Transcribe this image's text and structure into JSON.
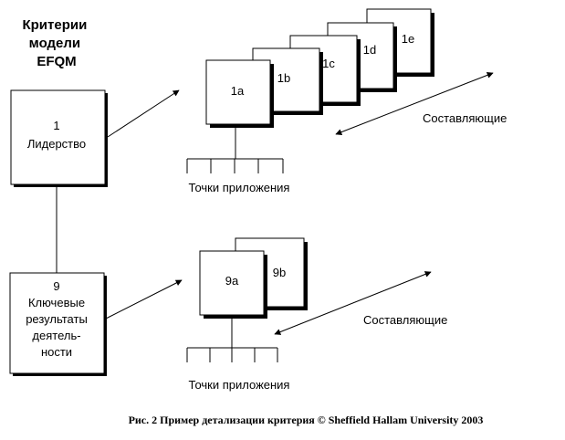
{
  "heading": [
    "Критерии",
    "модели",
    "EFQM"
  ],
  "criteria": [
    {
      "number": "1",
      "name_lines": [
        "Лидерство"
      ]
    },
    {
      "number": "9",
      "name_lines": [
        "Ключевые",
        "результаты",
        "деятель-",
        "ности"
      ]
    }
  ],
  "components_top": [
    "1a",
    "1b",
    "1c",
    "1d",
    "1e"
  ],
  "components_bottom": [
    "9a",
    "9b"
  ],
  "components_label": "Составляющие",
  "application_points_label": "Точки приложения",
  "caption": "Рис. 2 Пример детализации критерия © Sheffield Hallam University 2003"
}
